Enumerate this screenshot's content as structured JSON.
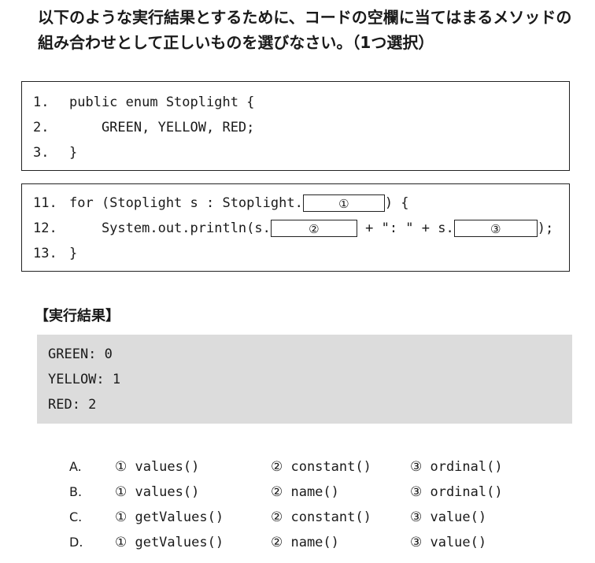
{
  "question": {
    "text": "以下のような実行結果とするために、コードの空欄に当てはまるメソッドの組み合わせとして正しいものを選びなさい。（1つ選択）"
  },
  "code_block_1": {
    "lines": [
      {
        "num": "1.",
        "code": "public enum Stoplight {"
      },
      {
        "num": "2.",
        "code": "    GREEN, YELLOW, RED;"
      },
      {
        "num": "3.",
        "code": "}"
      }
    ]
  },
  "code_block_2": {
    "line11": {
      "num": "11.",
      "pre": "for (Stoplight s : Stoplight.",
      "blank": "①",
      "post": ") {"
    },
    "line12": {
      "num": "12.",
      "pre": "    System.out.println(s.",
      "blank1": "②",
      "mid": " + \": \" + s.",
      "blank2": "③",
      "post": ");"
    },
    "line13": {
      "num": "13.",
      "code": "}"
    }
  },
  "result": {
    "heading": "【実行結果】",
    "lines": [
      "GREEN: 0",
      "YELLOW: 1",
      "RED: 2"
    ]
  },
  "choices": [
    {
      "letter": "A.",
      "opt1": "① values()",
      "opt2": "② constant()",
      "opt3": "③ ordinal()"
    },
    {
      "letter": "B.",
      "opt1": "① values()",
      "opt2": "② name()",
      "opt3": "③ ordinal()"
    },
    {
      "letter": "C.",
      "opt1": "① getValues()",
      "opt2": "② constant()",
      "opt3": "③ value()"
    },
    {
      "letter": "D.",
      "opt1": "① getValues()",
      "opt2": "② name()",
      "opt3": "③ value()"
    }
  ]
}
